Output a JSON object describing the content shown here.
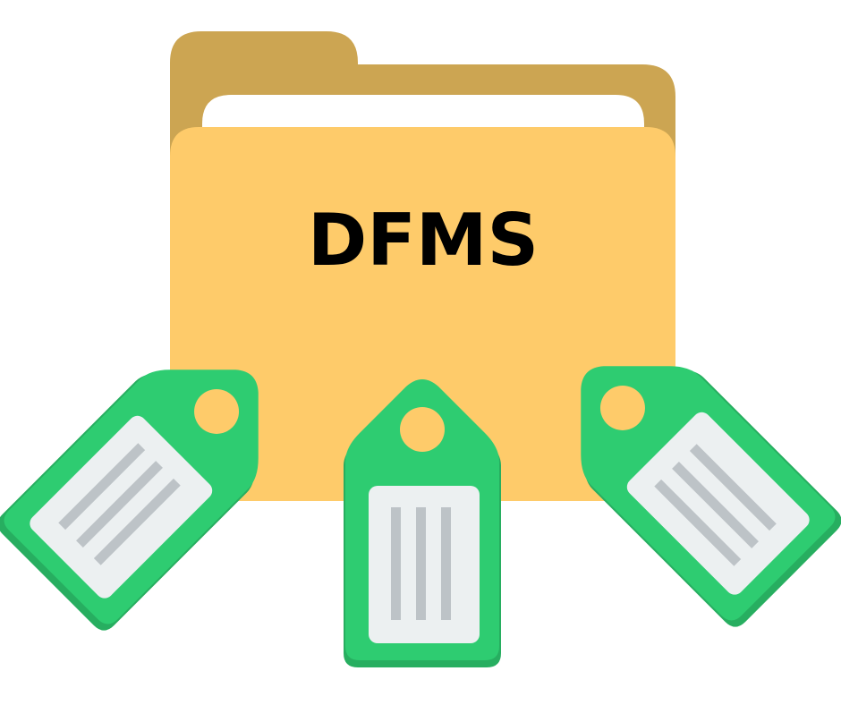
{
  "folder": {
    "label": "DFMS",
    "back_color": "#CCA552",
    "front_color": "#FECB6A",
    "paper_color": "#FFFFFF",
    "label_color": "#000000"
  },
  "tags": {
    "count": 3,
    "body_color": "#2ECC71",
    "shadow_color": "#27AE60",
    "card_color": "#ECF0F1",
    "line_color": "#BDC3C7",
    "hole_color": "#FECB6A",
    "lines_per_card": 3
  }
}
